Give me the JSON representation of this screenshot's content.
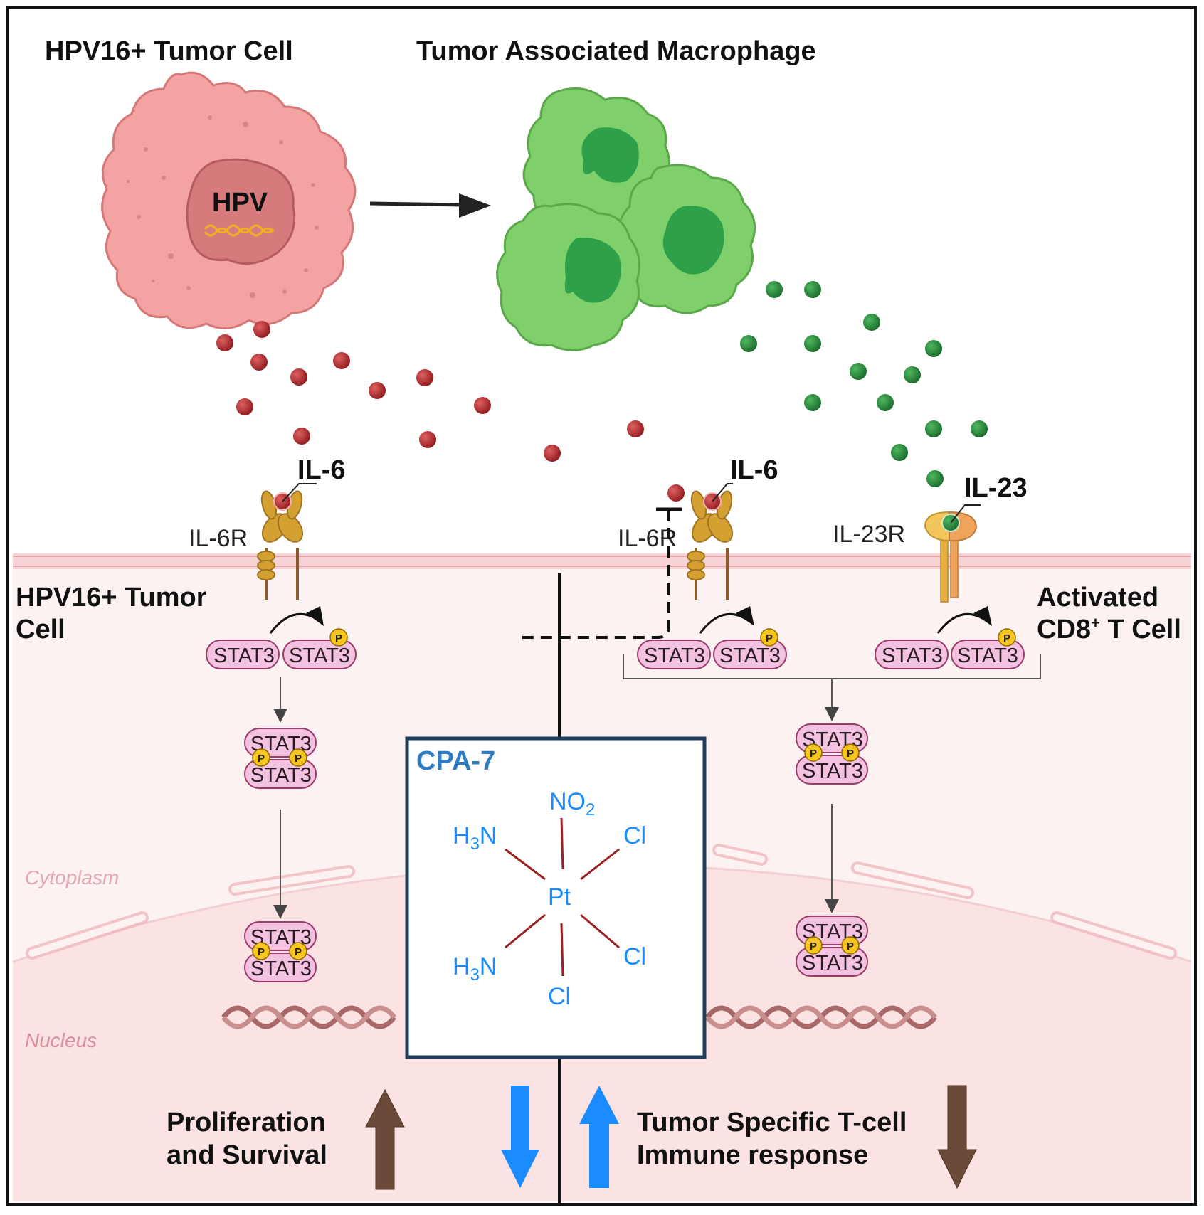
{
  "titles": {
    "tumor_cell": "HPV16+ Tumor Cell",
    "macrophage": "Tumor Associated Macrophage",
    "hpv": "HPV"
  },
  "cytokines": {
    "il6": "IL-6",
    "il23": "IL-23"
  },
  "receptors": {
    "il6r": "IL-6R",
    "il23r": "IL-23R"
  },
  "cells": {
    "left_line1": "HPV16+ Tumor",
    "left_line2": "Cell",
    "right_line1": "Activated",
    "right_line2_main": "CD8",
    "right_line2_sup": "+",
    "right_line2_tail": " T Cell"
  },
  "molecules": {
    "stat3": "STAT3",
    "phospho": "P"
  },
  "compartments": {
    "cytoplasm": "Cytoplasm",
    "nucleus": "Nucleus"
  },
  "drug": {
    "name": "CPA-7",
    "center": "Pt",
    "top_main": "NO",
    "top_sub": "2",
    "upper_left_main": "H",
    "upper_left_sub": "3",
    "upper_left_tail": "N",
    "lower_left_main": "H",
    "lower_left_sub": "3",
    "lower_left_tail": "N",
    "upper_right": "Cl",
    "lower_right": "Cl",
    "bottom": "Cl"
  },
  "outcomes": {
    "left_line1": "Proliferation",
    "left_line2": "and Survival",
    "right_line1": "Tumor Specific T-cell",
    "right_line2": "Immune response"
  },
  "colors": {
    "tumor_cell": "#f4a3a3",
    "macrophage": "#7fd06b",
    "il6_dot": "#b8252c",
    "il23_dot": "#2a8a3c",
    "stat3": "#f2c2e0",
    "phospho": "#f7c51e",
    "receptor_il6": "#d4a032",
    "receptor_il23": "#f0a35a",
    "drug_text": "#1a8cff",
    "drug_title": "#2e7bc4",
    "up_down_brown": "#6b4a3a",
    "up_down_blue": "#1a8cff"
  }
}
